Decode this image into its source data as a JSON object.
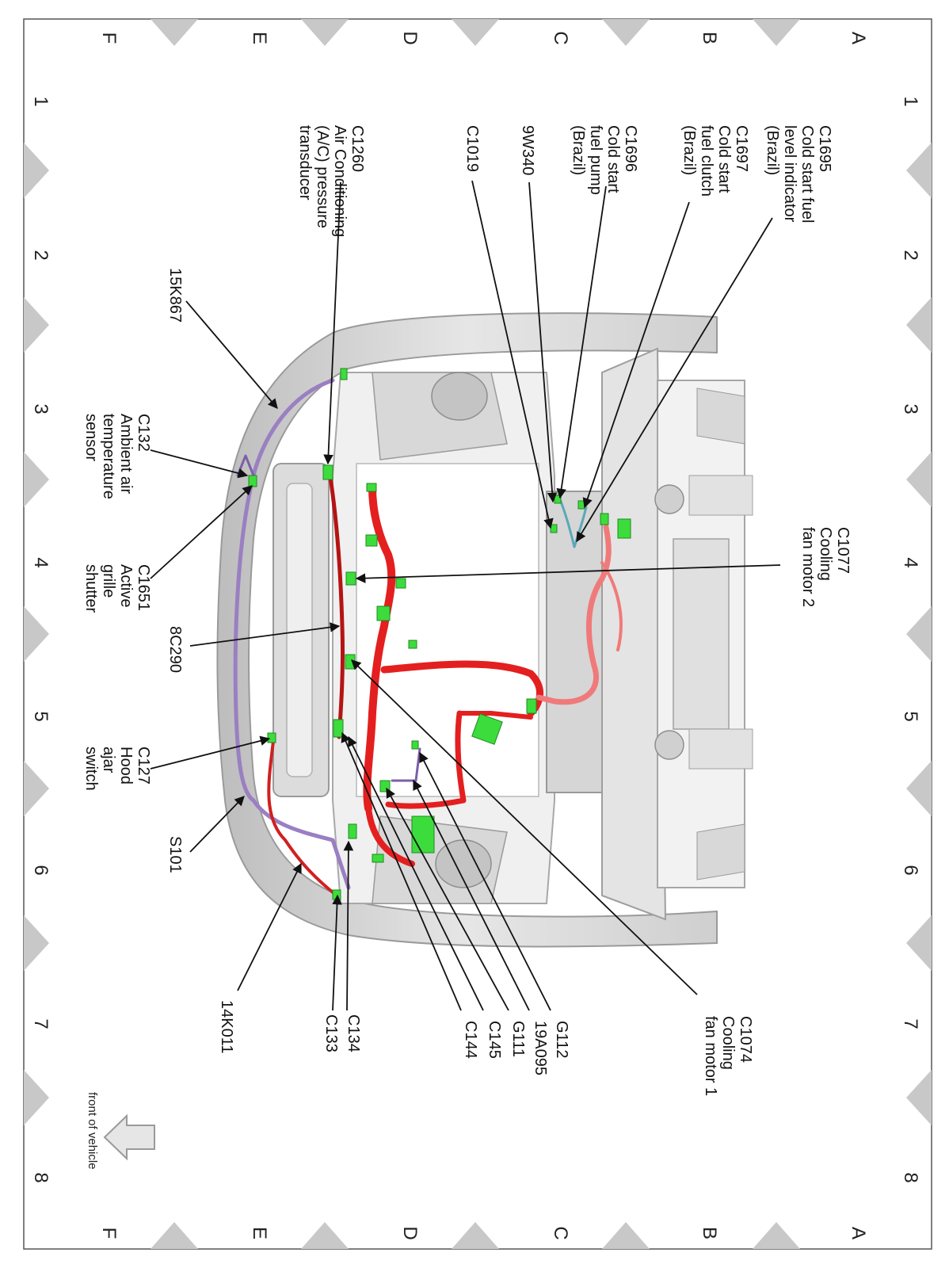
{
  "grid": {
    "letters_top": [
      "F",
      "E",
      "D",
      "C",
      "B",
      "A"
    ],
    "letters_bottom": [
      "F",
      "E",
      "D",
      "C",
      "B",
      "A"
    ],
    "numbers_left": [
      "1",
      "2",
      "3",
      "4",
      "5",
      "6",
      "7",
      "8"
    ],
    "numbers_right": [
      "1",
      "2",
      "3",
      "4",
      "5",
      "6",
      "7",
      "8"
    ]
  },
  "callouts": [
    {
      "id": "c1695",
      "lines": [
        "C1695",
        "Cold start fuel",
        "level indicator",
        "(Brazil)"
      ]
    },
    {
      "id": "c1697",
      "lines": [
        "C1697",
        "Cold start",
        "fuel clutch",
        "(Brazil)"
      ]
    },
    {
      "id": "c1696",
      "lines": [
        "C1696",
        "Cold start",
        "fuel pump",
        "(Brazil)"
      ]
    },
    {
      "id": "9w340",
      "lines": [
        "9W340"
      ]
    },
    {
      "id": "c1019",
      "lines": [
        "C1019"
      ]
    },
    {
      "id": "c1260",
      "lines": [
        "C1260",
        "Air Conditioning",
        "(A/C) pressure",
        "transducer"
      ]
    },
    {
      "id": "15k867",
      "lines": [
        "15K867"
      ]
    },
    {
      "id": "c132",
      "lines": [
        "C132",
        "Ambient air",
        "temperature",
        "sensor"
      ]
    },
    {
      "id": "c1651",
      "lines": [
        "C1651",
        "Active",
        "grille",
        "shutter"
      ]
    },
    {
      "id": "8c290",
      "lines": [
        "8C290"
      ]
    },
    {
      "id": "c127",
      "lines": [
        "C127",
        "Hood",
        "ajar",
        "switch"
      ]
    },
    {
      "id": "s101",
      "lines": [
        "S101"
      ]
    },
    {
      "id": "14k011",
      "lines": [
        "14K011"
      ]
    },
    {
      "id": "c133",
      "lines": [
        "C133"
      ]
    },
    {
      "id": "c134",
      "lines": [
        "C134"
      ]
    },
    {
      "id": "c144",
      "lines": [
        "C144"
      ]
    },
    {
      "id": "c145",
      "lines": [
        "C145"
      ]
    },
    {
      "id": "g111",
      "lines": [
        "G111"
      ]
    },
    {
      "id": "19a095",
      "lines": [
        "19A095"
      ]
    },
    {
      "id": "g112",
      "lines": [
        "G112"
      ]
    },
    {
      "id": "c1074",
      "lines": [
        "C1074",
        "Cooling",
        "fan motor 1"
      ]
    },
    {
      "id": "c1077",
      "lines": [
        "C1077",
        "Cooling",
        "fan motor 2"
      ]
    }
  ],
  "front_of_vehicle": "front of vehicle",
  "colors": {
    "main_harness": "#e41f1f",
    "dark_harness": "#9b1010",
    "purple_harness": "#9a7fc2",
    "connector": "#3ddc3d",
    "vehicle_body": "#cfcfcf",
    "grid_marker": "#c8c8c8"
  }
}
